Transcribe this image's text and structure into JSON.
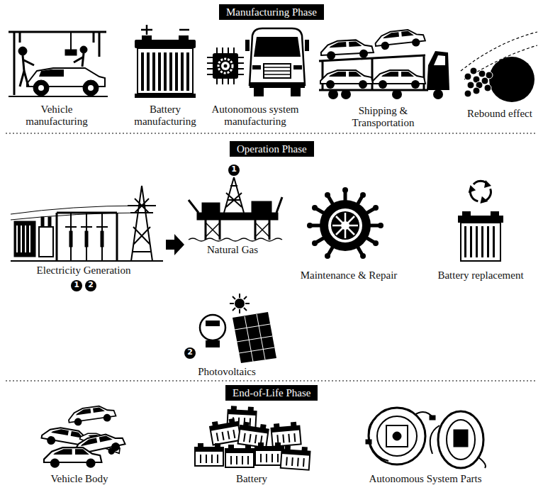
{
  "diagram": {
    "nodes": [
      {
        "text": [
          "Manufacturing Phase"
        ]
      },
      {
        "text": [
          "Operation Phase"
        ]
      },
      {
        "text": [
          "End-of-Life Phase"
        ]
      }
    ],
    "labels": [
      "Vehicle manufacturing",
      "Battery manufacturing",
      "Autonomous system manufacturing",
      "Shipping & Transportation",
      "Rebound effect",
      "Electricity Generation",
      "1",
      "2",
      "1",
      "Natural Gas",
      "2",
      "Photovoltaics",
      "Maintenance & Repair",
      "Battery replacement",
      "Vehicle Body",
      "Battery",
      "Autonomous System Parts"
    ]
  }
}
